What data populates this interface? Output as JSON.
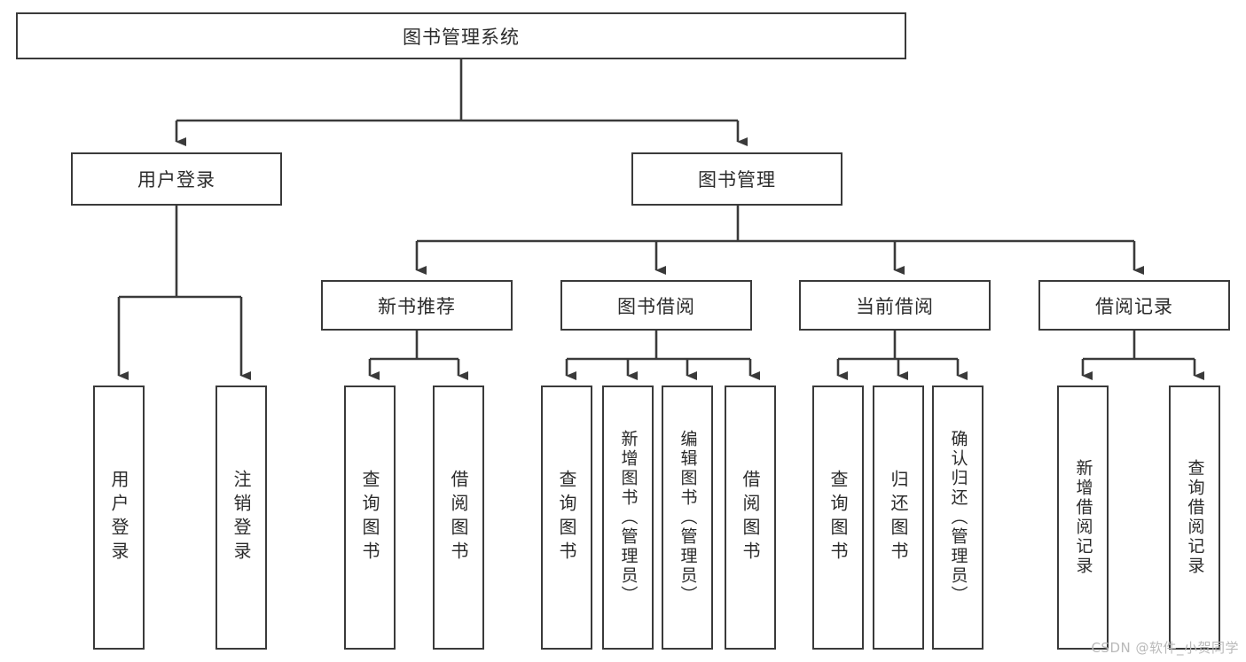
{
  "diagram": {
    "title": "图书管理系统",
    "type": "hierarchy-tree",
    "root": {
      "label": "图书管理系统"
    },
    "level2": [
      {
        "label": "用户登录"
      },
      {
        "label": "图书管理"
      }
    ],
    "level3": [
      {
        "label": "新书推荐"
      },
      {
        "label": "图书借阅"
      },
      {
        "label": "当前借阅"
      },
      {
        "label": "借阅记录"
      }
    ],
    "leaves": {
      "user_login": [
        {
          "label": "用户登录"
        },
        {
          "label": "注销登录"
        }
      ],
      "new_book_recommend": [
        {
          "label": "查询图书"
        },
        {
          "label": "借阅图书"
        }
      ],
      "book_borrow": [
        {
          "label": "查询图书"
        },
        {
          "label": "新增图书（管理员）"
        },
        {
          "label": "编辑图书（管理员）"
        },
        {
          "label": "借阅图书"
        }
      ],
      "current_borrow": [
        {
          "label": "查询图书"
        },
        {
          "label": "归还图书"
        },
        {
          "label": "确认归还（管理员）"
        }
      ],
      "borrow_record": [
        {
          "label": "新增借阅记录"
        },
        {
          "label": "查询借阅记录"
        }
      ]
    }
  },
  "watermark": {
    "text": "CSDN @软件_小贺同学"
  },
  "colors": {
    "box_border": "#3a3a3a",
    "box_fill": "#ffffff",
    "text": "#2b2b2b",
    "connector": "#3a3a3a",
    "watermark": "#b9b9b9",
    "background": "#ffffff"
  }
}
